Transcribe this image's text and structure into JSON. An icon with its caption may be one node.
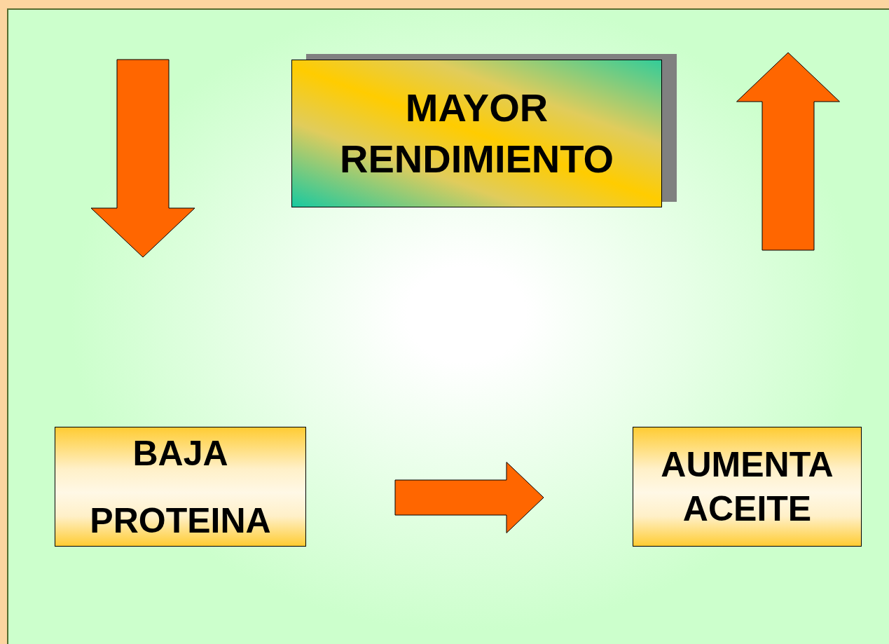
{
  "diagram": {
    "nodes": [
      {
        "text": [
          "MAYOR RENDIMIENTO"
        ]
      },
      {
        "text": [
          "BAJA PROTEINA"
        ]
      },
      {
        "text": [
          "AUMENTA ACEITE"
        ]
      }
    ],
    "edges": [
      {
        "from": 1,
        "to": 2,
        "arrow": "to",
        "style": "thick"
      }
    ]
  }
}
